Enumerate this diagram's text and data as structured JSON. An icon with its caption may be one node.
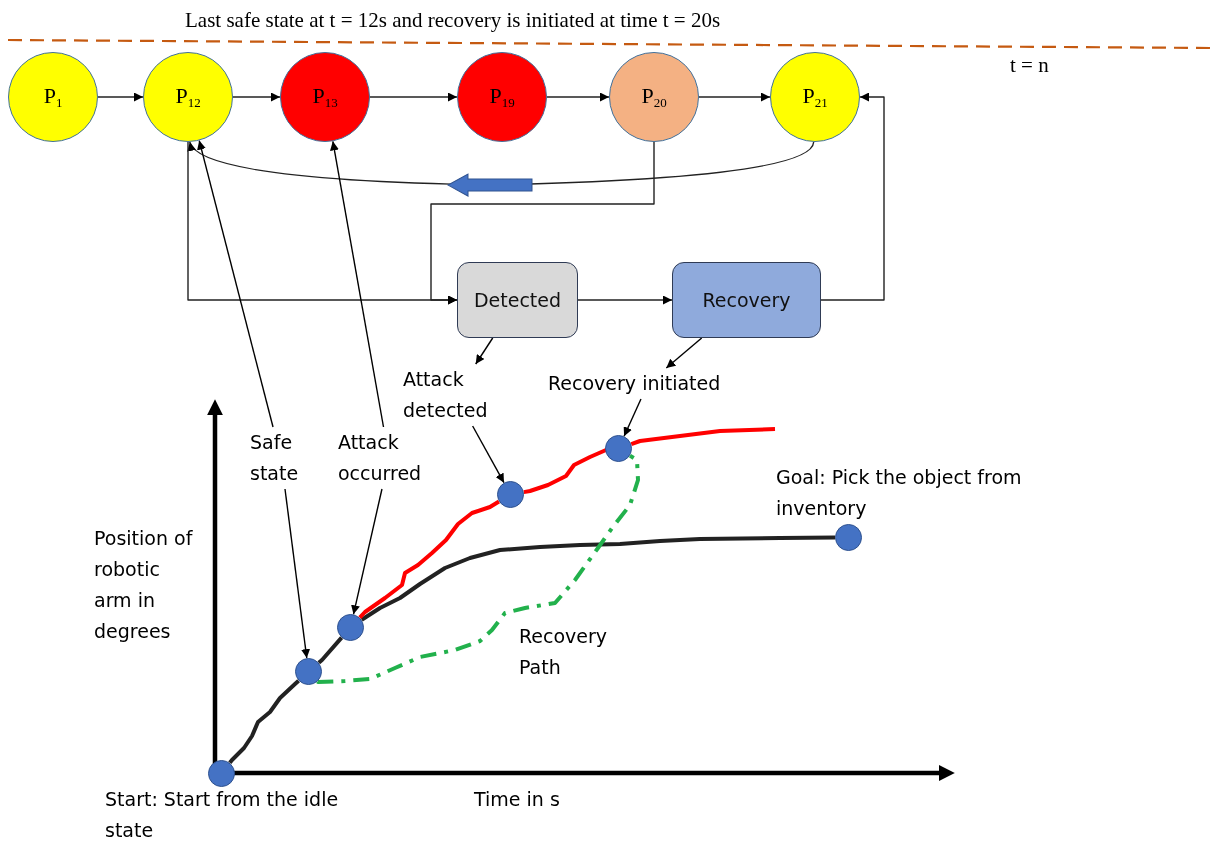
{
  "diagram": {
    "title": "Last safe state at t = 12s and  recovery is initiated at time t = 20s",
    "nodes": [
      {
        "text": [
          "P$_{1}$"
        ]
      },
      {
        "text": [
          "P$_{12}$"
        ]
      },
      {
        "text": [
          "P$_{13}$"
        ]
      },
      {
        "text": [
          "P$_{19}$"
        ]
      },
      {
        "text": [
          "P$_{20}$"
        ]
      },
      {
        "text": [
          "P$_{21}$"
        ]
      },
      {
        "text": [
          "Detected"
        ]
      },
      {
        "text": [
          "Recovery"
        ]
      },
      {
        "text": [
          "Attack detected"
        ]
      },
      {
        "text": [
          "Recovery initiated"
        ]
      },
      {
        "text": [
          "Safe state"
        ]
      },
      {
        "text": [
          "Attack occurred"
        ]
      },
      {
        "text": [],
        "shape": "circle"
      },
      {
        "text": [],
        "shape": "circle"
      },
      {
        "text": [],
        "shape": "circle"
      },
      {
        "text": [],
        "shape": "circle"
      },
      {
        "text": [],
        "shape": "circle"
      },
      {
        "text": [],
        "shape": "circle"
      }
    ],
    "edges": [
      {
        "from": 0,
        "to": 1,
        "arrow": "to"
      },
      {
        "from": 1,
        "to": 2,
        "arrow": "to"
      },
      {
        "from": 2,
        "to": 3,
        "arrow": "to"
      },
      {
        "from": 3,
        "to": 4,
        "arrow": "to"
      },
      {
        "from": 4,
        "to": 5,
        "arrow": "to"
      },
      {
        "from": 5,
        "to": 1,
        "arrow": "to"
      },
      {
        "from": 4,
        "to": 6,
        "arrow": "to"
      },
      {
        "from": 1,
        "to": 6,
        "arrow": "to"
      },
      {
        "from": 6,
        "to": 7,
        "arrow": "to"
      },
      {
        "from": 7,
        "to": 5,
        "arrow": "to"
      },
      {
        "from": 10,
        "to": 1,
        "arrow": "to"
      },
      {
        "from": 10,
        "to": 13,
        "arrow": "to"
      },
      {
        "from": 11,
        "to": 2,
        "arrow": "to"
      },
      {
        "from": 11,
        "to": 14,
        "arrow": "to"
      },
      {
        "from": 6,
        "to": 8,
        "arrow": "to"
      },
      {
        "from": 8,
        "to": 15,
        "arrow": "to"
      },
      {
        "from": 7,
        "to": 9,
        "arrow": "to"
      },
      {
        "from": 9,
        "to": 16,
        "arrow": "to"
      },
      {
        "from": 12,
        "to": 13,
        "arrow": "none",
        "style": "thick"
      },
      {
        "from": 13,
        "to": 14,
        "arrow": "none",
        "style": "thick"
      },
      {
        "from": 14,
        "to": 17,
        "arrow": "none",
        "style": "thick"
      },
      {
        "from": 14,
        "to": 15,
        "arrow": "none",
        "style": "thick",
        "color": "#ff0000"
      },
      {
        "from": 15,
        "to": 16,
        "arrow": "none",
        "style": "thick",
        "color": "#ff0000"
      },
      {
        "from": 16,
        "to": null,
        "arrow": "none",
        "style": "thick",
        "color": "#ff0000"
      },
      {
        "from": 13,
        "to": 16,
        "arrow": "none",
        "style": "dashed",
        "color": "#22b14c"
      }
    ],
    "labels": [
      "t = n",
      "Goal: Pick the object from inventory",
      "Position of robotic arm in degrees",
      "Recovery Path",
      "Start: Start from the idle state",
      "Time in s"
    ]
  }
}
